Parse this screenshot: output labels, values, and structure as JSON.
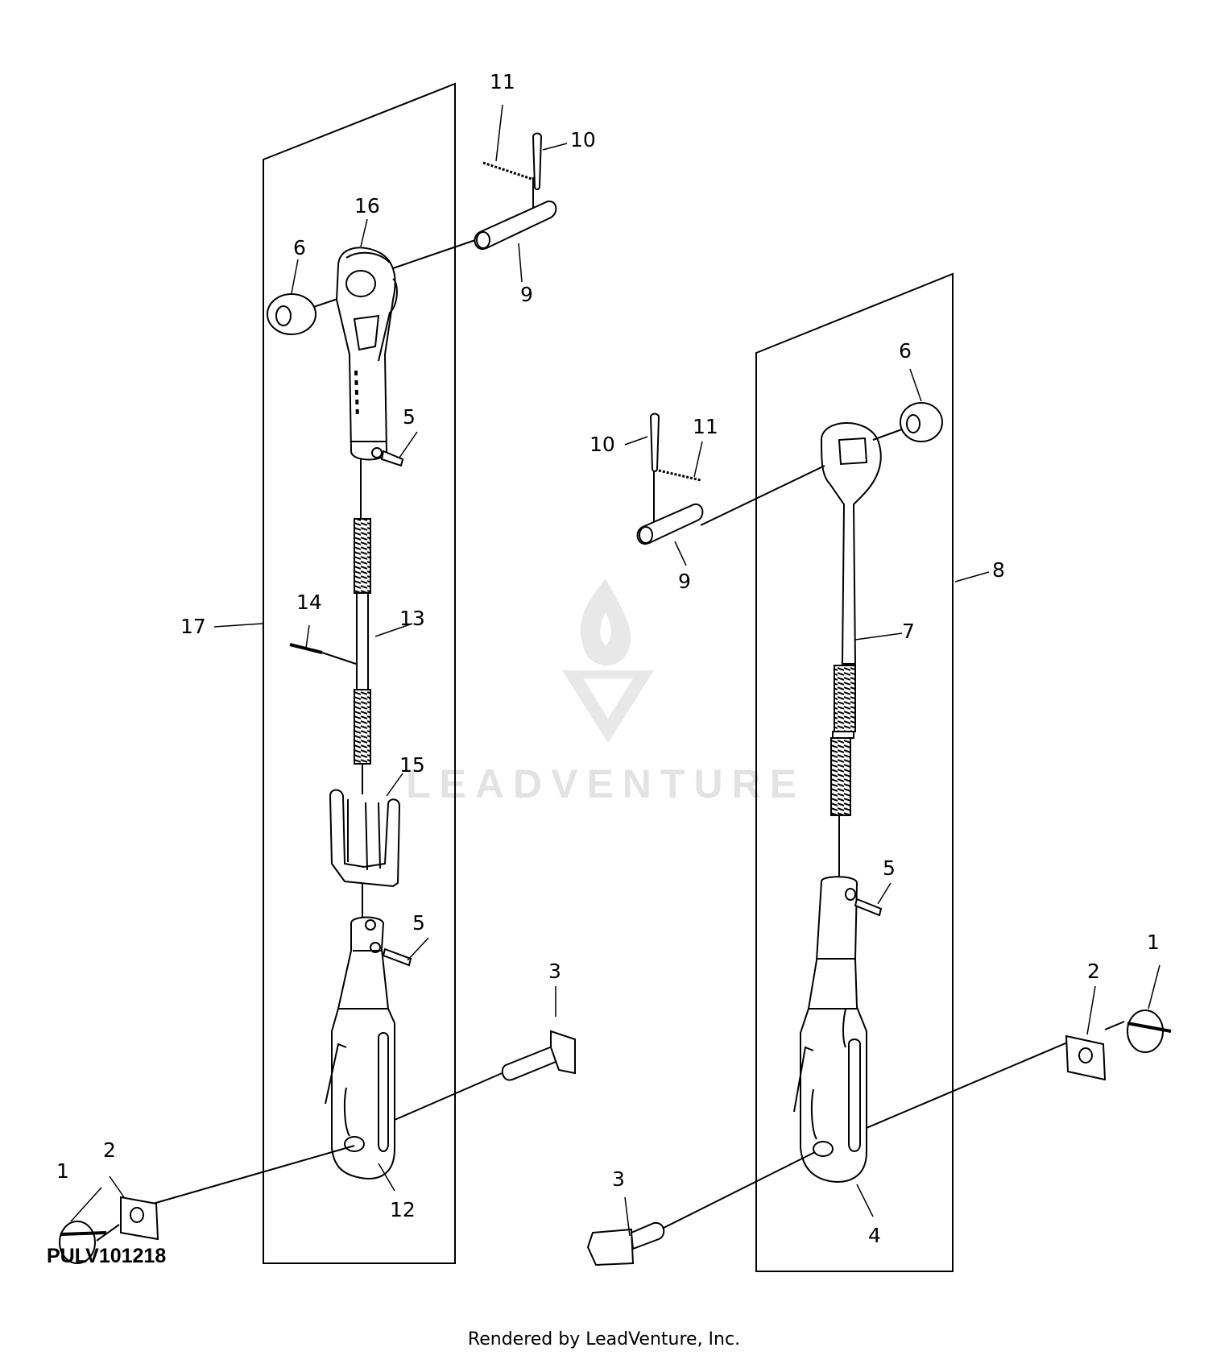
{
  "diagram_code": "PULV101218",
  "credit": "Rendered by LeadVenture, Inc.",
  "watermark": "LEADVENTURE",
  "colors": {
    "line": "#000000",
    "watermark": "#e3e3e3",
    "background": "#ffffff"
  },
  "callouts": {
    "l1": "1",
    "l2": "2",
    "l3": "3",
    "l5a": "5",
    "l5b": "5",
    "l6": "6",
    "l9": "9",
    "l10": "10",
    "l11": "11",
    "l12": "12",
    "l13": "13",
    "l14": "14",
    "l15": "15",
    "l16": "16",
    "l17": "17",
    "r1": "1",
    "r2": "2",
    "r3": "3",
    "r4": "4",
    "r5": "5",
    "r6": "6",
    "r7": "7",
    "r8": "8",
    "r9": "9",
    "r10": "10",
    "r11": "11"
  }
}
